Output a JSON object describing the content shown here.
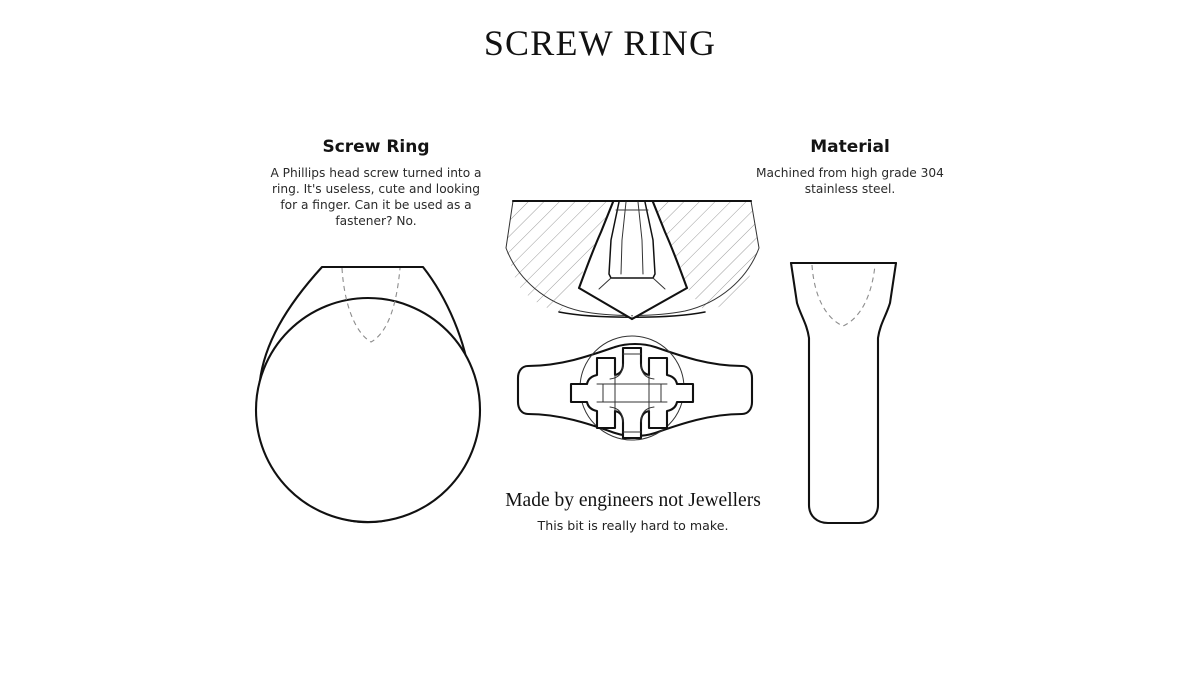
{
  "document": {
    "title": "SCREW RING"
  },
  "sections": {
    "left": {
      "heading": "Screw Ring",
      "body": "A Phillips head screw turned into a ring. It's useless, cute and looking for a finger. Can it be used as a fastener? No."
    },
    "right": {
      "heading": "Material",
      "body": "Machined from high grade 304 stainless steel."
    }
  },
  "caption": {
    "heading": "Made by engineers not Jewellers",
    "sub": "This bit is really hard to make."
  },
  "figures": [
    {
      "name": "ring-front-view",
      "description": "Front elevation of the ring: pear/teardrop outer profile with flat top, concentric inner circle bore, dashed hidden V line of the Phillips recess"
    },
    {
      "name": "cross-section-view",
      "description": "Sectioned view through the screw head showing hatched material and the Phillips recess profile"
    },
    {
      "name": "top-view",
      "description": "Plan view of the Phillips cross recess within the circular screw head, with the ring band passing through"
    },
    {
      "name": "side-view",
      "description": "Side elevation of the screw: flared conical head tapering into a rounded shank, with dashed hidden recess line"
    }
  ],
  "style": {
    "background_color": "#ffffff",
    "line_color": "#111111",
    "hidden_line_color": "#8d8d8d",
    "hatch_color": "#8a8a8a",
    "text_color": "#1a1a1a"
  }
}
